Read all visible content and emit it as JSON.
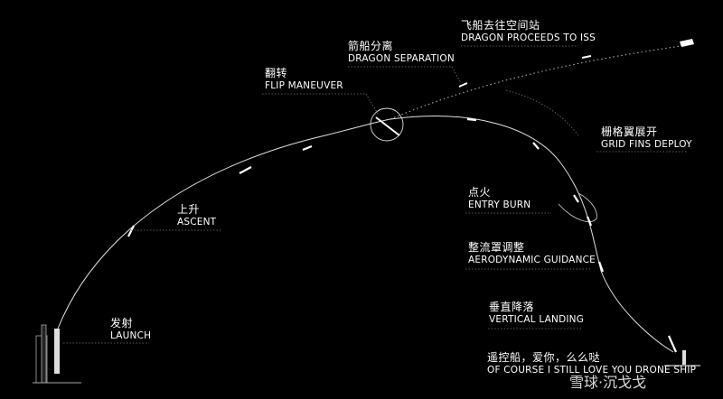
{
  "theme": {
    "background": "#000000",
    "text": "#ffffff",
    "trajectory": "#d8d8d8",
    "leader": "#777777"
  },
  "labels": {
    "launch": {
      "zh": "发射",
      "en": "LAUNCH"
    },
    "ascent": {
      "zh": "上升",
      "en": "ASCENT"
    },
    "flip": {
      "zh": "翻转",
      "en": "FLIP MANEUVER"
    },
    "separation": {
      "zh": "箭船分离",
      "en": "DRAGON SEPARATION"
    },
    "iss": {
      "zh": "飞船去往空间站",
      "en": "DRAGON PROCEEDS TO ISS"
    },
    "gridfins": {
      "zh": "栅格翼展开",
      "en": "GRID FINS DEPLOY"
    },
    "entry": {
      "zh": "点火",
      "en": "ENTRY BURN"
    },
    "aero": {
      "zh": "整流罩调整",
      "en": "AERODYNAMIC GUIDANCE"
    },
    "landing": {
      "zh": "垂直降落",
      "en": "VERTICAL LANDING"
    },
    "drone": {
      "zh": "遥控船，爱你，么么哒",
      "en": "OF COURSE I STILL LOVE YOU DRONE SHIP"
    }
  },
  "watermark": "雪球·沉戈戈",
  "icons": [
    "launch-tower-icon",
    "rocket-icon",
    "dragon-capsule-icon",
    "drone-ship-icon"
  ]
}
